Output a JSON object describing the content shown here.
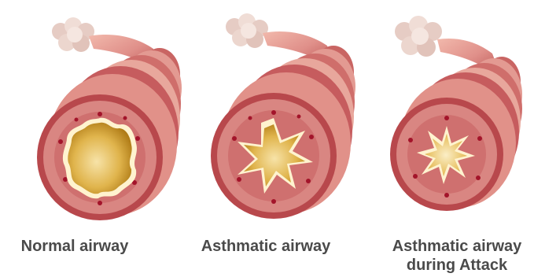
{
  "diagram": {
    "panels": [
      {
        "id": "normal",
        "label_lines": [
          "Normal airway"
        ]
      },
      {
        "id": "asthmatic",
        "label_lines": [
          "Asthmatic airway"
        ]
      },
      {
        "id": "attack",
        "label_lines": [
          "Asthmatic airway",
          "during Attack"
        ]
      }
    ]
  },
  "colors": {
    "tube_outer": "#c65c5e",
    "tube_mid": "#e09089",
    "tube_light": "#f0b8ad",
    "wall_inner": "#d67a78",
    "dots": "#a3142a",
    "lumen_dark": "#c69522",
    "lumen_light": "#f6df9f",
    "lining": "#fff3cf",
    "alveoli": "#f2dfd9",
    "alveoli_shade": "#d9b7ae",
    "caption_text": "#4a4a4a"
  }
}
